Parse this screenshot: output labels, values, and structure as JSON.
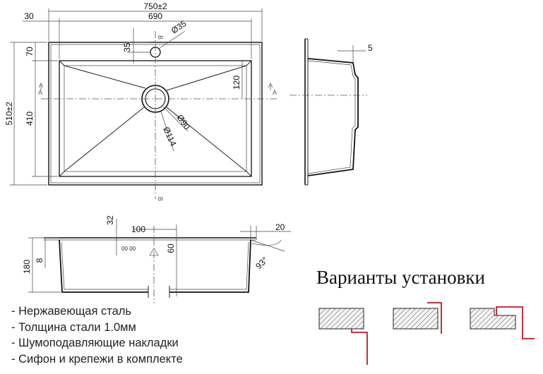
{
  "top_view": {
    "dim_overall_width": "750±2",
    "dim_bowl_width": "690",
    "dim_rim_left": "30",
    "dim_overall_depth": "510±2",
    "dim_bowl_depth": "410",
    "dim_rim_top": "70",
    "dim_tap_offset": "35",
    "dim_tap_hole": "Ø35",
    "dim_drain_inner": "Ø90",
    "dim_drain_outer": "Ø114",
    "dim_drain_offset": "120",
    "section_a": "A",
    "section_b": "B"
  },
  "side_view": {
    "dim_flange": "5"
  },
  "section_view": {
    "dim_overflow_height": "32",
    "dim_overflow_offset": "100",
    "dim_rim_width": "20",
    "dim_overall_height": "180",
    "dim_rim_thickness": "8",
    "dim_drain_depth": "60",
    "dim_wall_angle": "93°"
  },
  "install_title": "Варианты установки",
  "features": [
    "- Нержавеющая сталь",
    "- Толщина стали 1.0мм",
    "- Шумоподавляющие накладки",
    "- Сифон и крепежи в комплекте"
  ],
  "colors": {
    "line": "#111111",
    "install_line": "#c0142a",
    "hatch": "#777777"
  }
}
